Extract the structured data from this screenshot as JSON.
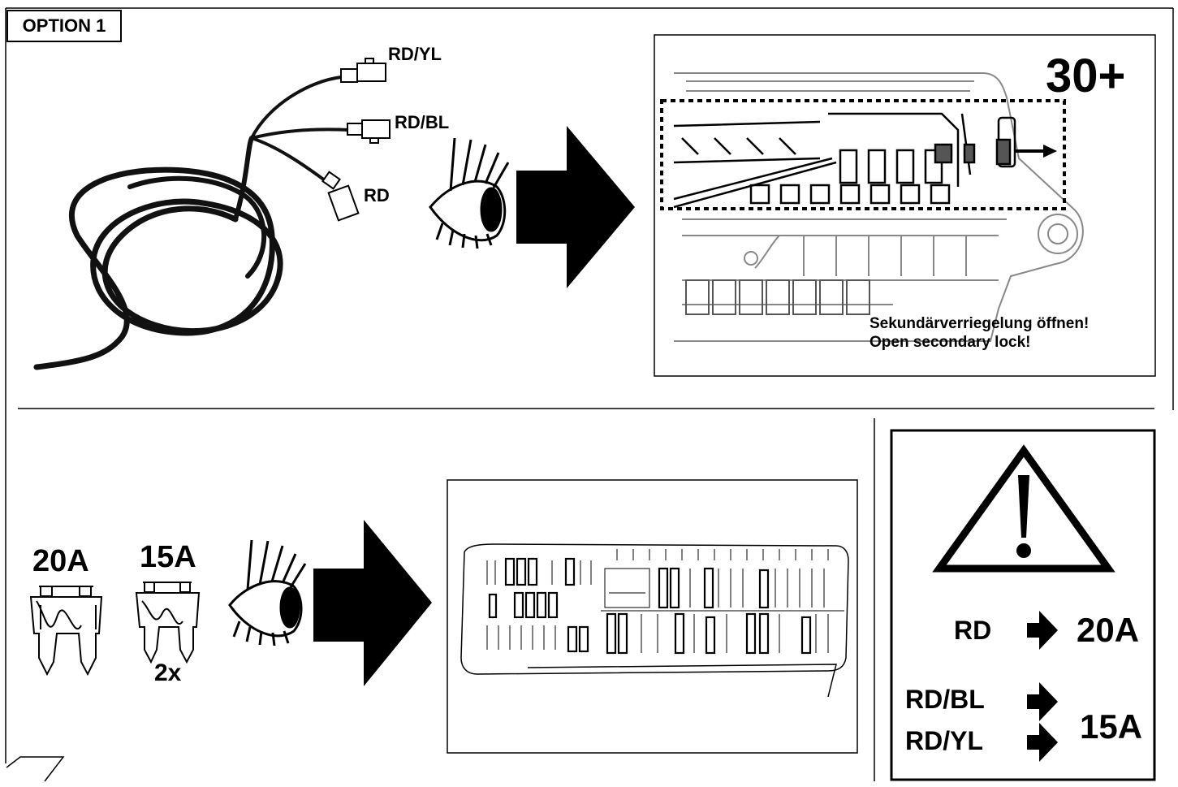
{
  "option_label": "OPTION 1",
  "harness": {
    "wire_labels": [
      "RD/YL",
      "RD/BL",
      "RD"
    ]
  },
  "detail_view": {
    "terminal_label": "30+",
    "note_de": "Sekundärverriegelung öffnen!",
    "note_en": "Open secondary lock!"
  },
  "fuses": {
    "fuse_20": "20A",
    "fuse_15": "15A",
    "fuse_15_qty": "2x"
  },
  "warning": {
    "rows": [
      {
        "wire": "RD",
        "amp": "20A"
      },
      {
        "wire": "RD/BL",
        "amp": "15A"
      },
      {
        "wire": "RD/YL",
        "amp": "15A"
      }
    ]
  },
  "icons": [
    "eye-icon",
    "right-arrow-icon",
    "warning-triangle-icon",
    "fuse-icon",
    "fuse-box-icon",
    "cable-harness-icon"
  ]
}
